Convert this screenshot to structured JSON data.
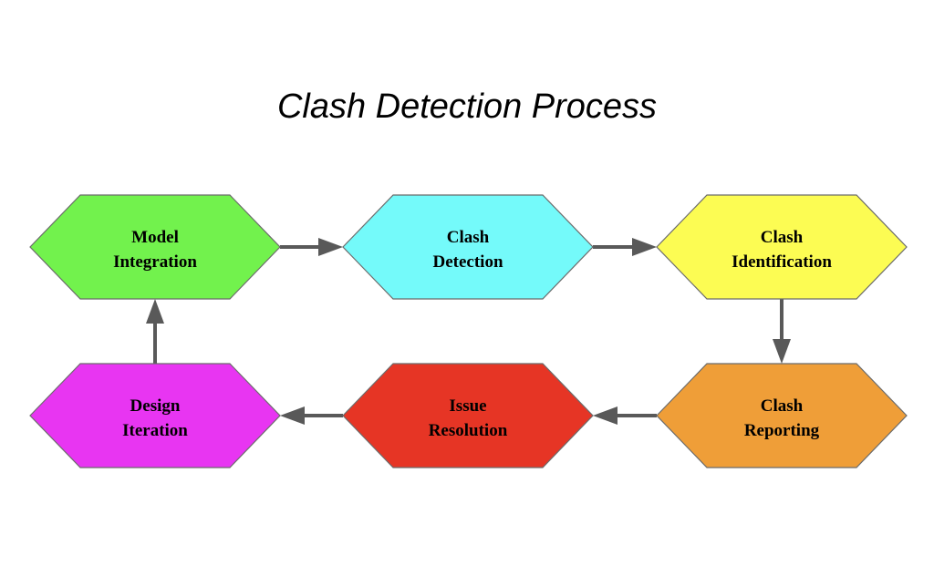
{
  "title": "Clash Detection Process",
  "nodes": [
    {
      "id": "model-integration",
      "lines": [
        "Model",
        "Integration"
      ],
      "color": "#72f24d"
    },
    {
      "id": "clash-detection",
      "lines": [
        "Clash",
        "Detection"
      ],
      "color": "#74fafa"
    },
    {
      "id": "clash-identification",
      "lines": [
        "Clash",
        "Identification"
      ],
      "color": "#fcfc53"
    },
    {
      "id": "clash-reporting",
      "lines": [
        "Clash",
        "Reporting"
      ],
      "color": "#ef9e38"
    },
    {
      "id": "issue-resolution",
      "lines": [
        "Issue",
        "Resolution"
      ],
      "color": "#e63525"
    },
    {
      "id": "design-iteration",
      "lines": [
        "Design",
        "Iteration"
      ],
      "color": "#e835f2"
    }
  ],
  "edges": [
    {
      "from": "model-integration",
      "to": "clash-detection"
    },
    {
      "from": "clash-detection",
      "to": "clash-identification"
    },
    {
      "from": "clash-identification",
      "to": "clash-reporting"
    },
    {
      "from": "clash-reporting",
      "to": "issue-resolution"
    },
    {
      "from": "issue-resolution",
      "to": "design-iteration"
    },
    {
      "from": "design-iteration",
      "to": "model-integration"
    }
  ],
  "style": {
    "edge_color": "#595959",
    "node_border": "#6b6b6b"
  }
}
